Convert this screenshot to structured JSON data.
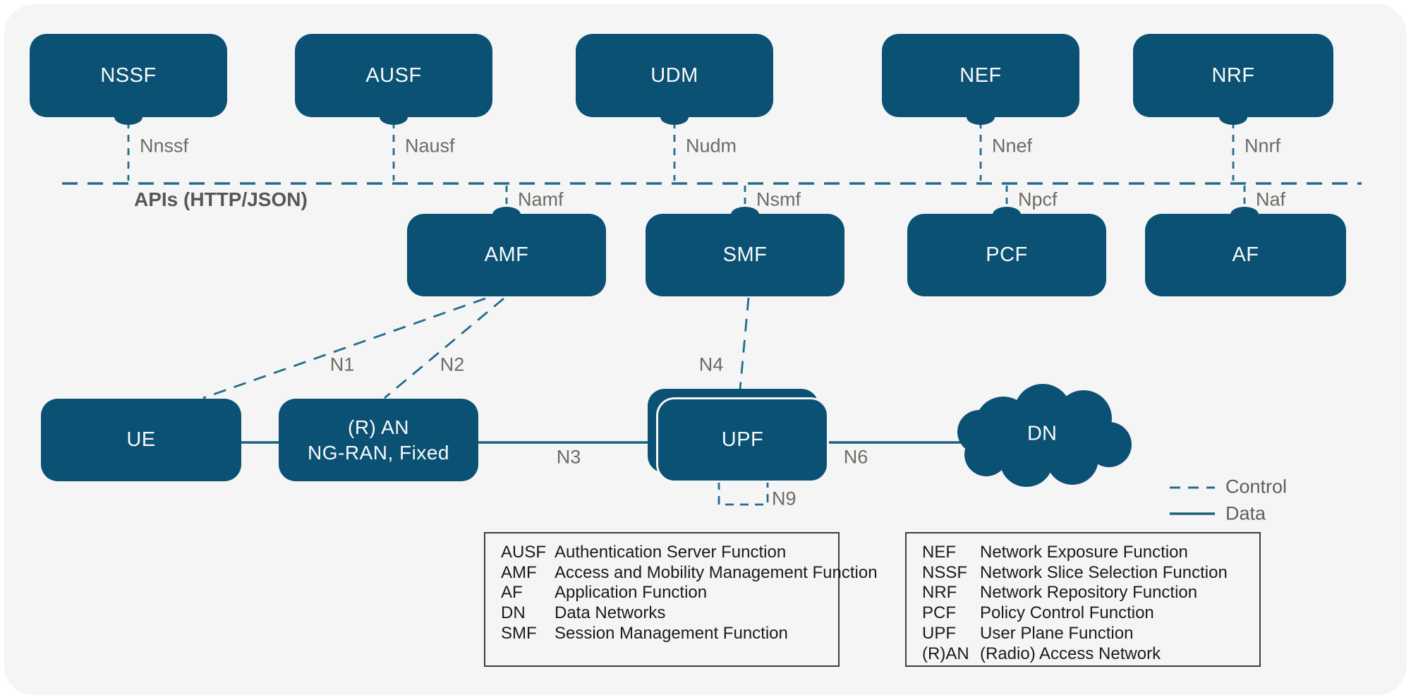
{
  "colors": {
    "node_fill": "#0b5174",
    "connector": "#236c8c",
    "interface_label": "#6f6a63",
    "api_label": "#56575b",
    "legend_label": "#5e5e5e",
    "glossary_text": "#1b1b1b",
    "panel_background": "#f5f5f6"
  },
  "api_bus": {
    "label": "APIs (HTTP/JSON)"
  },
  "nodes": {
    "top": [
      {
        "name": "NSSF",
        "interface": "Nnssf"
      },
      {
        "name": "AUSF",
        "interface": "Nausf"
      },
      {
        "name": "UDM",
        "interface": "Nudm"
      },
      {
        "name": "NEF",
        "interface": "Nnef"
      },
      {
        "name": "NRF",
        "interface": "Nnrf"
      }
    ],
    "middle": [
      {
        "name": "AMF",
        "interface": "Namf"
      },
      {
        "name": "SMF",
        "interface": "Nsmf"
      },
      {
        "name": "PCF",
        "interface": "Npcf"
      },
      {
        "name": "AF",
        "interface": "Naf"
      }
    ],
    "bottom": {
      "ue": "UE",
      "ran_line1": "(R) AN",
      "ran_line2": "NG-RAN, Fixed",
      "upf": "UPF",
      "dn": "DN"
    }
  },
  "reference_points": {
    "n1": "N1",
    "n2": "N2",
    "n3": "N3",
    "n4": "N4",
    "n6": "N6",
    "n9": "N9"
  },
  "legend": {
    "control": "Control",
    "data": "Data"
  },
  "glossary_left": [
    {
      "abbr": "AUSF",
      "def": "Authentication Server Function"
    },
    {
      "abbr": "AMF",
      "def": "Access and Mobility Management Function"
    },
    {
      "abbr": "AF",
      "def": "Application Function"
    },
    {
      "abbr": "DN",
      "def": "Data Networks"
    },
    {
      "abbr": "SMF",
      "def": "Session Management Function"
    }
  ],
  "glossary_right": [
    {
      "abbr": "NEF",
      "def": "Network Exposure Function"
    },
    {
      "abbr": "NSSF",
      "def": "Network Slice Selection Function"
    },
    {
      "abbr": "NRF",
      "def": "Network Repository Function"
    },
    {
      "abbr": "PCF",
      "def": "Policy Control Function"
    },
    {
      "abbr": "UPF",
      "def": "User Plane Function"
    },
    {
      "abbr": "(R)AN",
      "def": "(Radio) Access Network"
    }
  ]
}
